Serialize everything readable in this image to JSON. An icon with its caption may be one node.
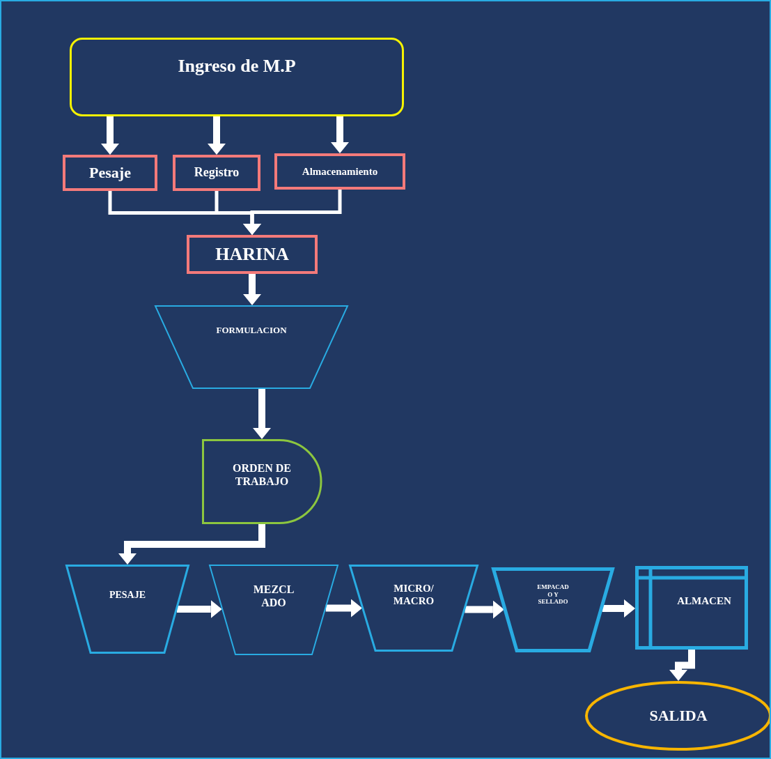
{
  "diagram": {
    "nodes": [
      {
        "text": [
          "Ingreso de M.P"
        ]
      },
      {
        "text": [
          "Pesaje"
        ]
      },
      {
        "text": [
          "Registro"
        ]
      },
      {
        "text": [
          "Almacenamiento"
        ]
      },
      {
        "text": [
          "HARINA"
        ]
      },
      {
        "text": [
          "FORMULACION"
        ]
      },
      {
        "text": [
          "ORDEN DE TRABAJO"
        ]
      },
      {
        "text": [
          "PESAJE"
        ]
      },
      {
        "text": [
          "MEZCL ADO"
        ]
      },
      {
        "text": [
          "MICRO/ MACRO"
        ]
      },
      {
        "text": [
          "EMPACAD O Y SELLADO"
        ]
      },
      {
        "text": [
          "ALMACEN"
        ]
      },
      {
        "text": [
          "SALIDA"
        ]
      }
    ],
    "edges": [
      {
        "from": 0,
        "to": 1,
        "arrow": "to"
      },
      {
        "from": 0,
        "to": 2,
        "arrow": "to"
      },
      {
        "from": 0,
        "to": 3,
        "arrow": "to"
      },
      {
        "from": 1,
        "to": 4,
        "arrow": "to"
      },
      {
        "from": 2,
        "to": 4,
        "arrow": "to"
      },
      {
        "from": 3,
        "to": 4,
        "arrow": "to"
      },
      {
        "from": 4,
        "to": 5,
        "arrow": "to"
      },
      {
        "from": 5,
        "to": 6,
        "arrow": "to"
      },
      {
        "from": 6,
        "to": 7,
        "arrow": "to"
      },
      {
        "from": 7,
        "to": 8,
        "arrow": "to"
      },
      {
        "from": 8,
        "to": 9,
        "arrow": "to"
      },
      {
        "from": 9,
        "to": 10,
        "arrow": "to"
      },
      {
        "from": 10,
        "to": 11,
        "arrow": "to"
      },
      {
        "from": 11,
        "to": 12,
        "arrow": "to"
      }
    ]
  }
}
